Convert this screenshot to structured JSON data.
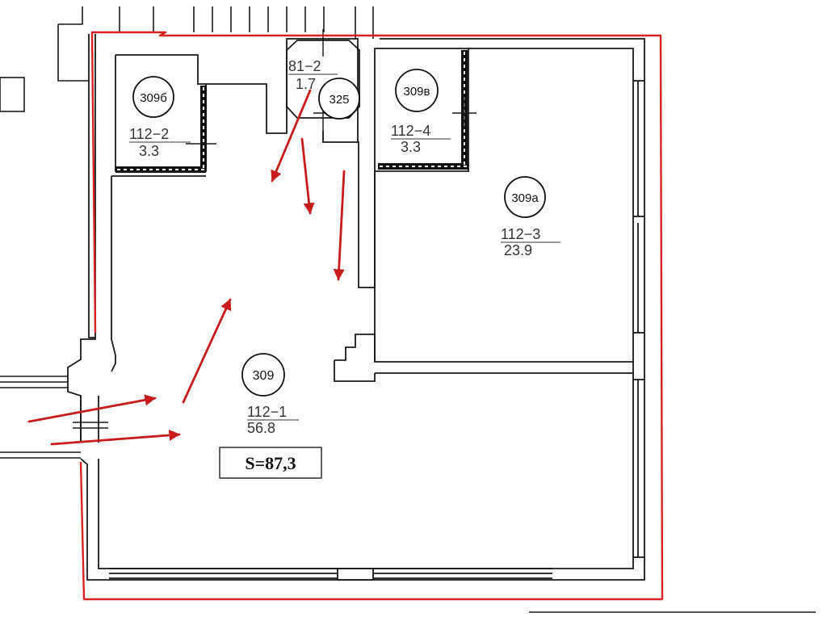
{
  "colors": {
    "wall": "#1a1a1a",
    "boundary": "#d62222",
    "arrow": "#c81c1c",
    "background": "#ffffff"
  },
  "rooms": [
    {
      "id": "309",
      "label": "309",
      "plan_code": "112−1",
      "area": "56.8"
    },
    {
      "id": "309a",
      "label": "309а",
      "plan_code": "112−3",
      "area": "23.9"
    },
    {
      "id": "309b",
      "label": "309б",
      "plan_code": "112−2",
      "area": "3.3"
    },
    {
      "id": "309v",
      "label": "309в",
      "plan_code": "112−4",
      "area": "3.3"
    },
    {
      "id": "325",
      "label": "325",
      "plan_code": "81−2",
      "area": "1.7"
    }
  ],
  "total_area": "S=87,3"
}
